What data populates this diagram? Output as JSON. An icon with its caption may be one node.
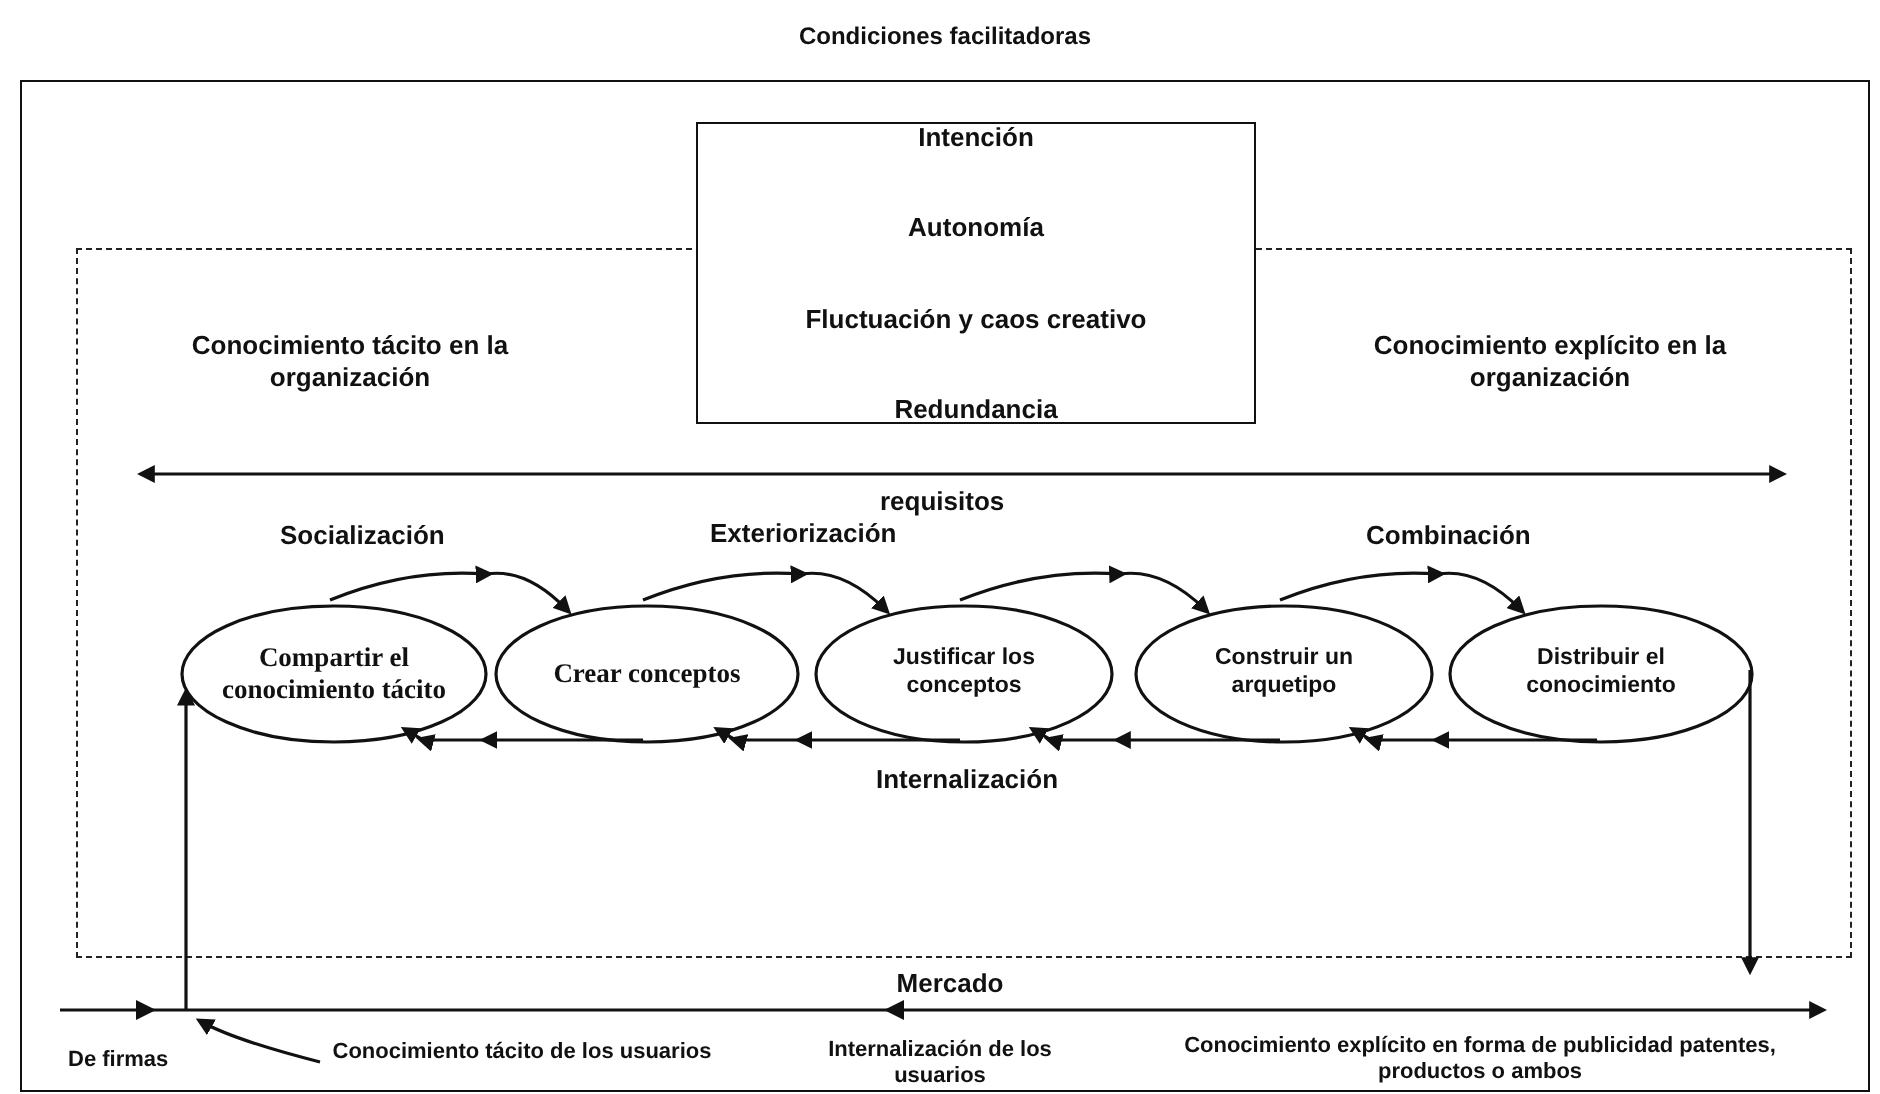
{
  "diagram": {
    "nodes": [
      {
        "text": [
          "Condiciones facilitadoras"
        ]
      },
      {
        "text": [],
        "shape": "box",
        "in": 0
      },
      {
        "text": [
          "Intención",
          "Autonomía",
          "Fluctuación y caos creativo",
          "Redundancia"
        ],
        "in": 0
      },
      {
        "text": [
          "Compartir el conocimiento tácito"
        ],
        "in": 1
      },
      {
        "text": [
          "Crear conceptos"
        ],
        "in": 1
      },
      {
        "text": [
          "Justificar los conceptos"
        ],
        "in": 1
      },
      {
        "text": [
          "Construir un arquetipo"
        ],
        "in": 1
      },
      {
        "text": [
          "Distribuir el conocimiento"
        ],
        "in": 1
      },
      {
        "text": [
          "Conocimiento tácito de los usuarios"
        ],
        "in": 0
      }
    ],
    "edges": [
      {
        "from": 3,
        "to": 4,
        "arrow": "to"
      },
      {
        "from": 4,
        "to": 5,
        "arrow": "to"
      },
      {
        "from": 5,
        "to": 6,
        "arrow": "to"
      },
      {
        "from": 6,
        "to": 7,
        "arrow": "to"
      },
      {
        "from": 7,
        "to": 6,
        "arrow": "to"
      },
      {
        "from": 6,
        "to": 5,
        "arrow": "to"
      },
      {
        "from": 5,
        "to": 4,
        "arrow": "to"
      },
      {
        "from": 4,
        "to": 3,
        "arrow": "to"
      },
      {
        "from": null,
        "to": 3,
        "arrow": "to"
      },
      {
        "from": 7,
        "to": null,
        "arrow": "to"
      },
      {
        "from": 8,
        "to": null,
        "arrow": "to"
      }
    ],
    "labels": [
      "Conocimiento tácito en la organización",
      "Conocimiento explícito en la organización",
      "requisitos",
      "Socialización",
      "Exteriorización",
      "Combinación",
      "Internalización",
      "Mercado",
      "De firmas",
      "Internalización de los usuarios",
      "Conocimiento explícito en forma de publicidad patentes, productos o ambos"
    ]
  }
}
